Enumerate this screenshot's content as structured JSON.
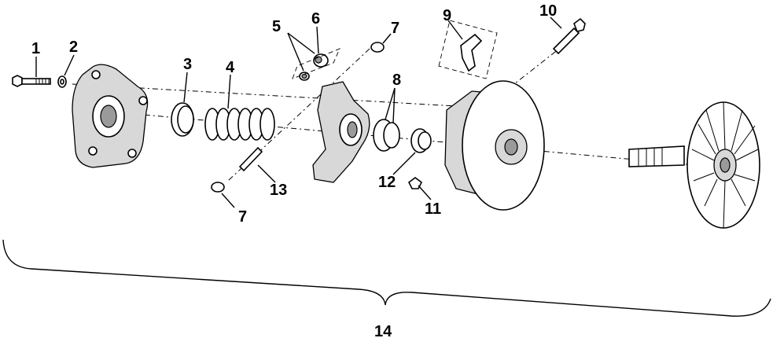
{
  "callouts": {
    "c1": "1",
    "c2": "2",
    "c3": "3",
    "c4": "4",
    "c5": "5",
    "c6": "6",
    "c7a": "7",
    "c7b": "7",
    "c8": "8",
    "c9": "9",
    "c10": "10",
    "c11": "11",
    "c12": "12",
    "c13": "13",
    "c14": "14"
  }
}
